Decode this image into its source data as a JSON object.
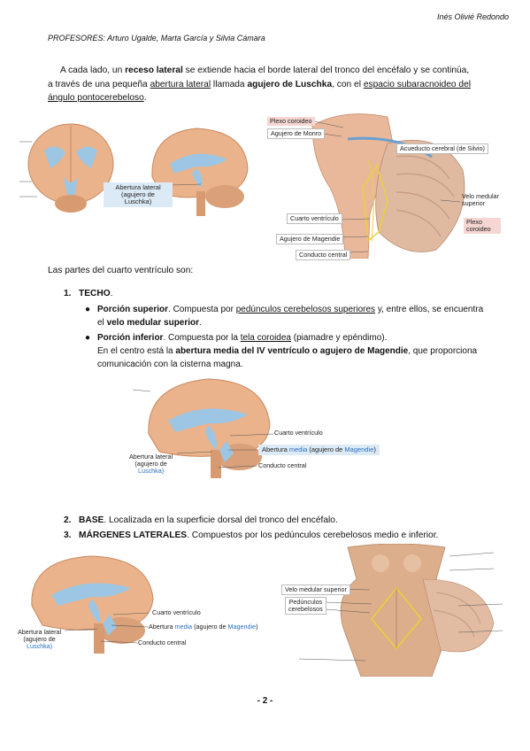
{
  "header": {
    "author": "Inés Olivié Redondo",
    "professors": "PROFESORES: Arturo Ugalde, Marta García y Silvia Cámara"
  },
  "intro": {
    "t1": "A cada lado, un ",
    "t2": "receso lateral",
    "t3": " se extiende hacia el borde lateral del tronco del encéfalo y se continúa, a través de una pequeña ",
    "t4": "abertura lateral",
    "t5": " llamada ",
    "t6": "agujero de Luschka",
    "t7": ", con el ",
    "t8": "espacio subaracnoideo del ángulo pontocerebeloso",
    "t9": "."
  },
  "fig1": {
    "label": "Abertura lateral\n(agujero de Luschka)",
    "label_line1": "Abertura lateral",
    "label_line2": "(agujero de Luschka)"
  },
  "fig2": {
    "labels": {
      "plexo_top": "Plexo coroideo",
      "monro": "Agujero de Monro",
      "silvio": "Acueducto cerebral (de Silvio)",
      "velo": "Velo medular superior",
      "plexo_bottom": "Plexo coroideo",
      "cuarto": "Cuarto ventrículo",
      "magendie": "Agujero de Magendie",
      "conducto": "Conducto central"
    }
  },
  "parts": {
    "intro": "Las partes del cuarto ventrículo son:",
    "item1": {
      "num": "1.",
      "title": "TECHO",
      "after": "."
    },
    "sup": {
      "title": "Porción superior",
      "t1": ". Compuesta por ",
      "t2": "pedúnculos cerebelosos superiores",
      "t3": " y, entre ellos, se encuentra el ",
      "t4": "velo medular superior",
      "t5": "."
    },
    "inf": {
      "title": "Porción inferior",
      "t1": ". Compuesta por la ",
      "t2": "tela coroidea",
      "t3": " (piamadre y epéndimo).",
      "t4": "En el centro está la ",
      "t5": "abertura media del IV ventrículo o agujero de Magendie",
      "t6": ", que proporciona comunicación con la cisterna magna."
    }
  },
  "fig3": {
    "cuarto": "Cuarto ventrículo",
    "media_a": "Abertura ",
    "media_b": "media",
    "media_c": " (agujero de ",
    "media_d": "Magendie",
    "media_e": ")",
    "conducto": "Conducto central",
    "lateral1": "Abertura lateral",
    "lateral2": "(agujero de",
    "lateral3": "Luschka)"
  },
  "items": {
    "base_num": "2.",
    "base_title": "BASE",
    "base_text": ". Localizada en la superficie dorsal del tronco del encéfalo.",
    "marg_num": "3.",
    "marg_title": "MÁRGENES LATERALES",
    "marg_text": ". Compuestos por los pedúnculos cerebelosos medio e inferior."
  },
  "fig4": {
    "cuarto": "Cuarto ventrículo",
    "media_a": "Abertura ",
    "media_b": "media",
    "media_c": " (agujero de ",
    "media_d": "Magendie",
    "media_e": ")",
    "conducto": "Conducto central",
    "lateral1": "Abertura lateral",
    "lateral2": "(agujero de",
    "lateral3": "Luschka)"
  },
  "fig5": {
    "velo": "Velo medular superior",
    "ped1": "Pedúnculos",
    "ped2": "cerebelosos"
  },
  "footer": {
    "page": "- 2 -"
  },
  "colors": {
    "ventricle": "#9cc6e4",
    "brain": "#e9b48a",
    "highlight": "#e8d23a",
    "labelbox": "#dceaf6"
  }
}
